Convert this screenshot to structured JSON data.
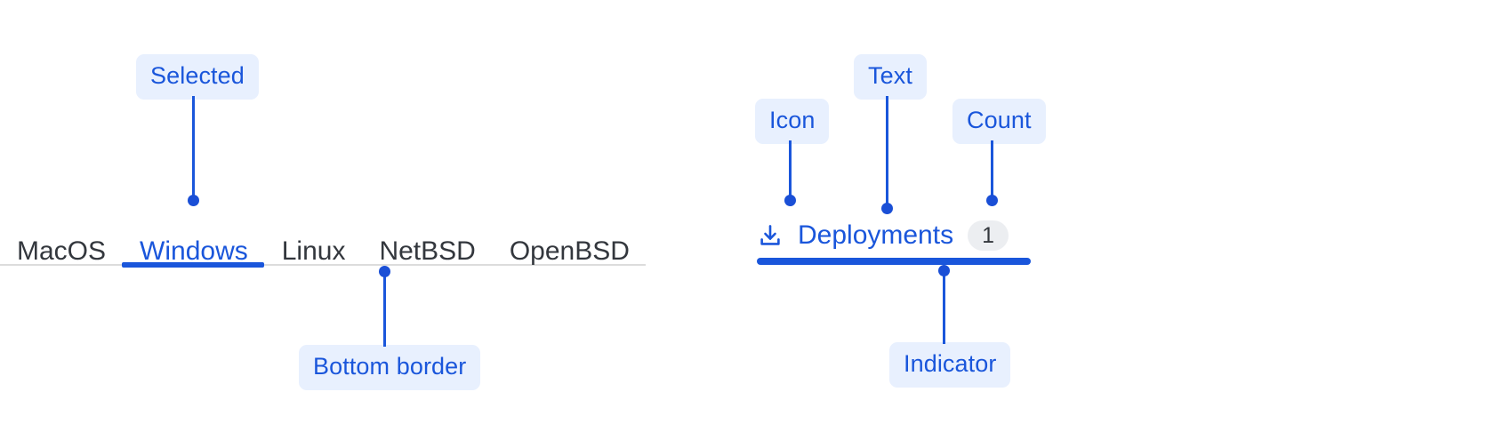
{
  "left_tabs": {
    "items": [
      {
        "label": "MacOS",
        "selected": false
      },
      {
        "label": "Windows",
        "selected": true
      },
      {
        "label": "Linux",
        "selected": false
      },
      {
        "label": "NetBSD",
        "selected": false
      },
      {
        "label": "OpenBSD",
        "selected": false
      }
    ],
    "selected_label": "Windows"
  },
  "right_tab": {
    "icon": "download-icon",
    "label": "Deployments",
    "count": "1"
  },
  "annotations": {
    "selected": "Selected",
    "bottom_border": "Bottom border",
    "icon": "Icon",
    "text": "Text",
    "count": "Count",
    "indicator": "Indicator"
  },
  "colors": {
    "accent": "#1a56db",
    "annotation_bg": "#e8f0fe",
    "tab_text": "#33373d",
    "border": "#dcdcdc",
    "badge_bg": "#eceef1"
  }
}
